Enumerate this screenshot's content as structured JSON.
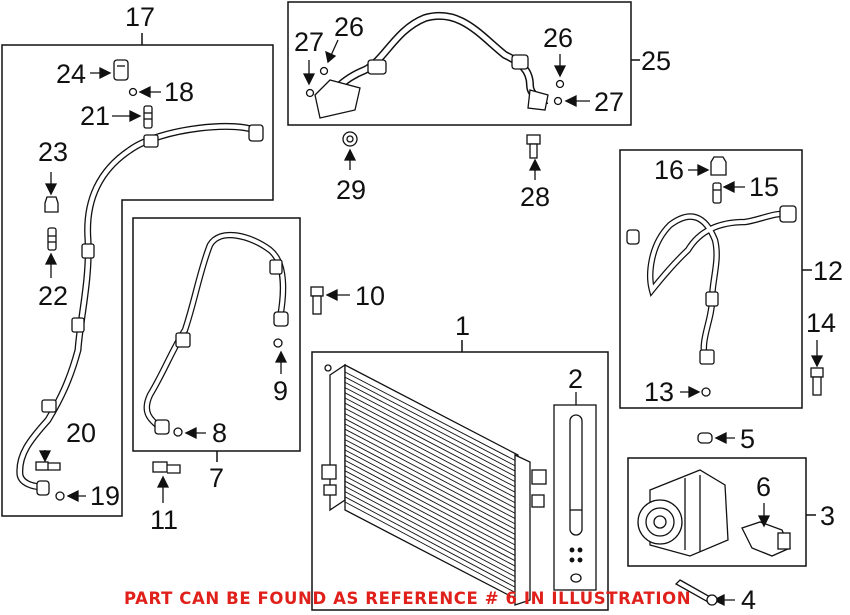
{
  "callouts": {
    "n1": "1",
    "n2": "2",
    "n3": "3",
    "n4": "4",
    "n5": "5",
    "n6": "6",
    "n7": "7",
    "n8": "8",
    "n9": "9",
    "n10": "10",
    "n11": "11",
    "n12": "12",
    "n13": "13",
    "n14": "14",
    "n15": "15",
    "n16": "16",
    "n17": "17",
    "n18": "18",
    "n19": "19",
    "n20": "20",
    "n21": "21",
    "n22": "22",
    "n23": "23",
    "n24": "24",
    "n25": "25",
    "n26a": "26",
    "n26b": "26",
    "n27a": "27",
    "n27b": "27",
    "n28": "28",
    "n29": "29"
  },
  "banner": {
    "text": "PART CAN BE FOUND AS REFERENCE # 6 IN ILLUSTRATION",
    "color": "#e0211b"
  }
}
